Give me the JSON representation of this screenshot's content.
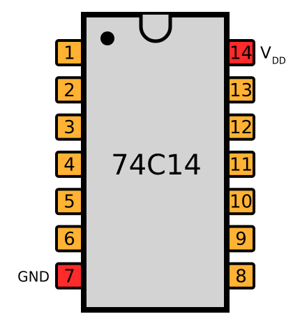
{
  "chip": {
    "part_number": "74C14",
    "body_color": "#d3d3d3",
    "outline_color": "#000000"
  },
  "colors": {
    "pin_default": "#ffb233",
    "pin_power": "#ff2a2a"
  },
  "pins_left": [
    {
      "number": "1",
      "power": false
    },
    {
      "number": "2",
      "power": false
    },
    {
      "number": "3",
      "power": false
    },
    {
      "number": "4",
      "power": false
    },
    {
      "number": "5",
      "power": false
    },
    {
      "number": "6",
      "power": false
    },
    {
      "number": "7",
      "power": true,
      "label": "GND"
    }
  ],
  "pins_right": [
    {
      "number": "14",
      "power": true,
      "label": "V",
      "label_sub": "DD"
    },
    {
      "number": "13",
      "power": false
    },
    {
      "number": "12",
      "power": false
    },
    {
      "number": "11",
      "power": false
    },
    {
      "number": "10",
      "power": false
    },
    {
      "number": "9",
      "power": false
    },
    {
      "number": "8",
      "power": false
    }
  ]
}
